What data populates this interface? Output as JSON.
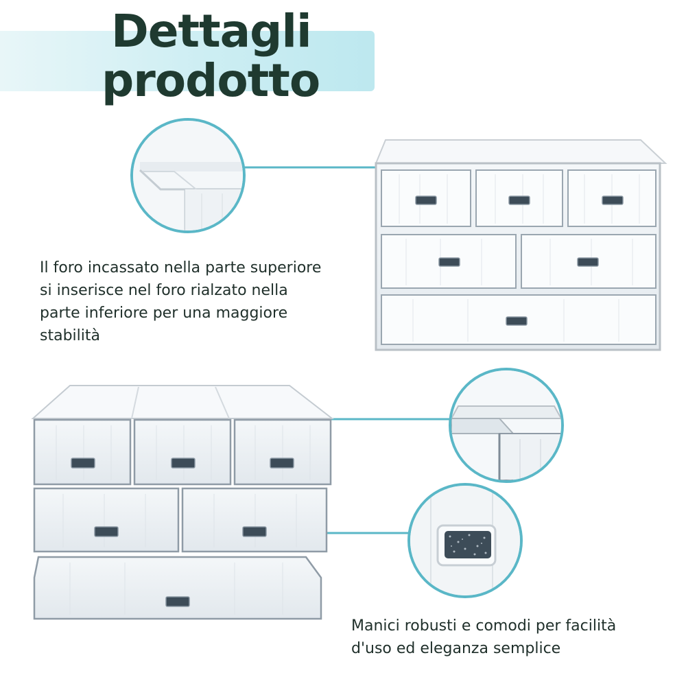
{
  "title": {
    "line1": "Dettagli",
    "line2": "prodotto"
  },
  "captions": {
    "top": [
      "Il foro incassato nella parte superiore",
      "si inserisce nel foro rialzato nella",
      "parte inferiore per una maggiore",
      "stabilità"
    ],
    "bottom": [
      "Manici robusti e comodi per facilità",
      "d'uso ed eleganza semplice"
    ]
  },
  "colors": {
    "accent": "#5ab7c7",
    "title_text": "#1f3a30",
    "title_band": "#cdeef3",
    "handle": "#3d4c58"
  },
  "icons": {
    "zoom_corner_top": "magnified-lid-corner",
    "zoom_corner_bottom": "magnified-lid-edge",
    "zoom_handle": "magnified-glitter-handle"
  }
}
